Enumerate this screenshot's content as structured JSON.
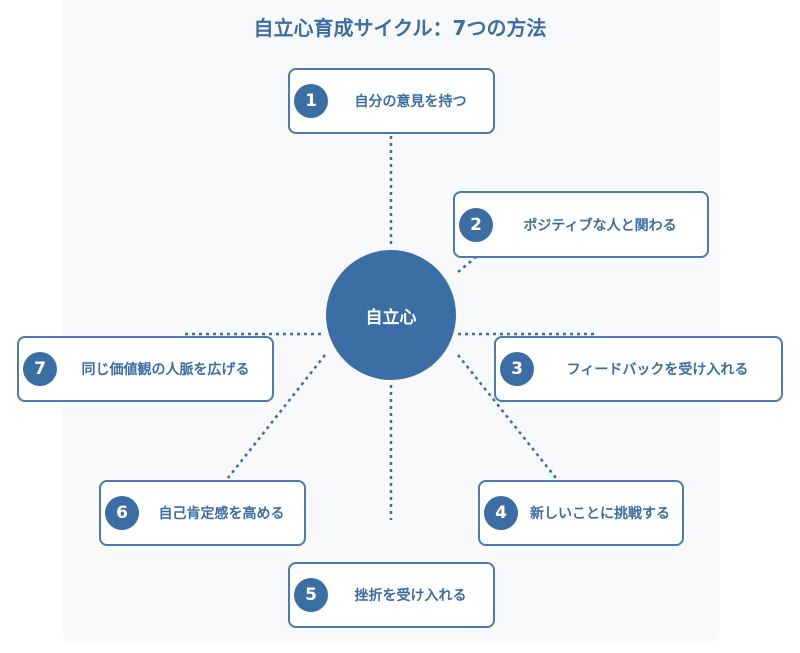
{
  "title": "自立心育成サイクル：7つの方法",
  "center": "自立心",
  "colors": {
    "accent": "#3a6ea5",
    "border": "#4a7ab0",
    "panel": "#f8f9fa"
  },
  "methods": [
    {
      "number": "1",
      "label": "自分の意見を持つ"
    },
    {
      "number": "2",
      "label": "ポジティブな人と関わる"
    },
    {
      "number": "3",
      "label": "フィードバックを受け入れる"
    },
    {
      "number": "4",
      "label": "新しいことに挑戦する"
    },
    {
      "number": "5",
      "label": "挫折を受け入れる"
    },
    {
      "number": "6",
      "label": "自己肯定感を高める"
    },
    {
      "number": "7",
      "label": "同じ価値観の人脈を広げる"
    }
  ]
}
